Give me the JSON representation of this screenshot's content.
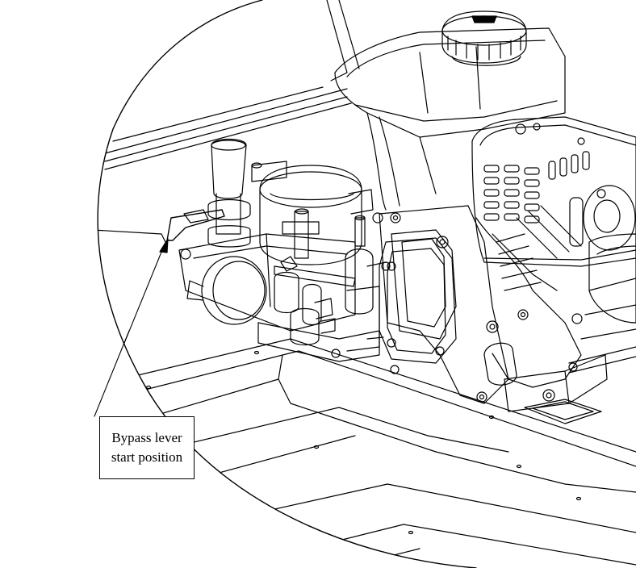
{
  "callout": {
    "line1": "Bypass lever",
    "line2": "start position"
  },
  "icons": {
    "engine": "engine-illustration",
    "pump": "pressure-pump-illustration",
    "gauge": "pressure-gauge-icon",
    "arrow": "callout-arrow-icon"
  },
  "colors": {
    "line": "#000000",
    "background": "#ffffff"
  }
}
